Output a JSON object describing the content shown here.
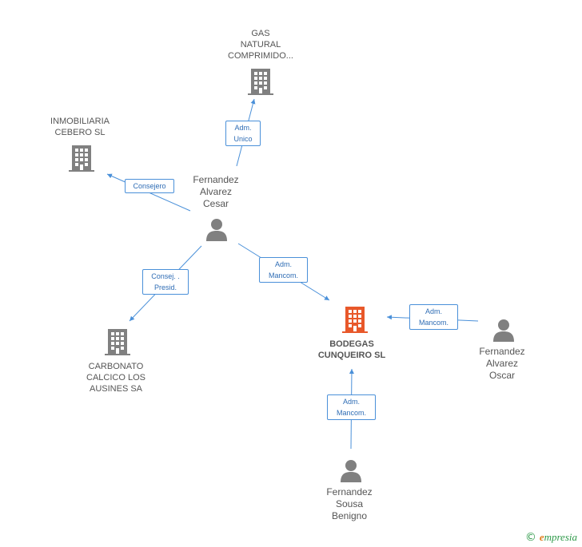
{
  "colors": {
    "company": "#808080",
    "company_main": "#e8582a",
    "person": "#808080",
    "edge": "#4a90d9",
    "edge_text": "#2f6db5",
    "brand": "#2f9a4a",
    "brand_accent": "#e07b1a"
  },
  "nodes": {
    "gas_natural": {
      "type": "company",
      "lines": [
        "GAS",
        "NATURAL",
        "COMPRIMIDO..."
      ]
    },
    "inmobiliaria": {
      "type": "company",
      "lines": [
        "INMOBILIARIA",
        "CEBERO SL"
      ]
    },
    "fernandez_cesar": {
      "type": "person",
      "lines": [
        "Fernandez",
        "Alvarez",
        "Cesar"
      ]
    },
    "carbonato": {
      "type": "company",
      "lines": [
        "CARBONATO",
        "CALCICO LOS",
        "AUSINES SA"
      ]
    },
    "bodegas": {
      "type": "company-main",
      "lines": [
        "BODEGAS",
        "CUNQUEIRO SL"
      ]
    },
    "fernandez_oscar": {
      "type": "person",
      "lines": [
        "Fernandez",
        "Alvarez",
        "Oscar"
      ]
    },
    "fernandez_benigno": {
      "type": "person",
      "lines": [
        "Fernandez",
        "Sousa",
        "Benigno"
      ]
    }
  },
  "edges": {
    "adm_unico": {
      "lines": [
        "Adm.",
        "Unico"
      ]
    },
    "consejero": {
      "lines": [
        "Consejero"
      ]
    },
    "consej_presid": {
      "lines": [
        "Consej. .",
        "Presid."
      ]
    },
    "adm_mancom_cesar": {
      "lines": [
        "Adm.",
        "Mancom."
      ]
    },
    "adm_mancom_oscar": {
      "lines": [
        "Adm.",
        "Mancom."
      ]
    },
    "adm_mancom_benigno": {
      "lines": [
        "Adm.",
        "Mancom."
      ]
    }
  },
  "brand": {
    "copyright": "©",
    "e": "e",
    "rest": "mpresia"
  }
}
